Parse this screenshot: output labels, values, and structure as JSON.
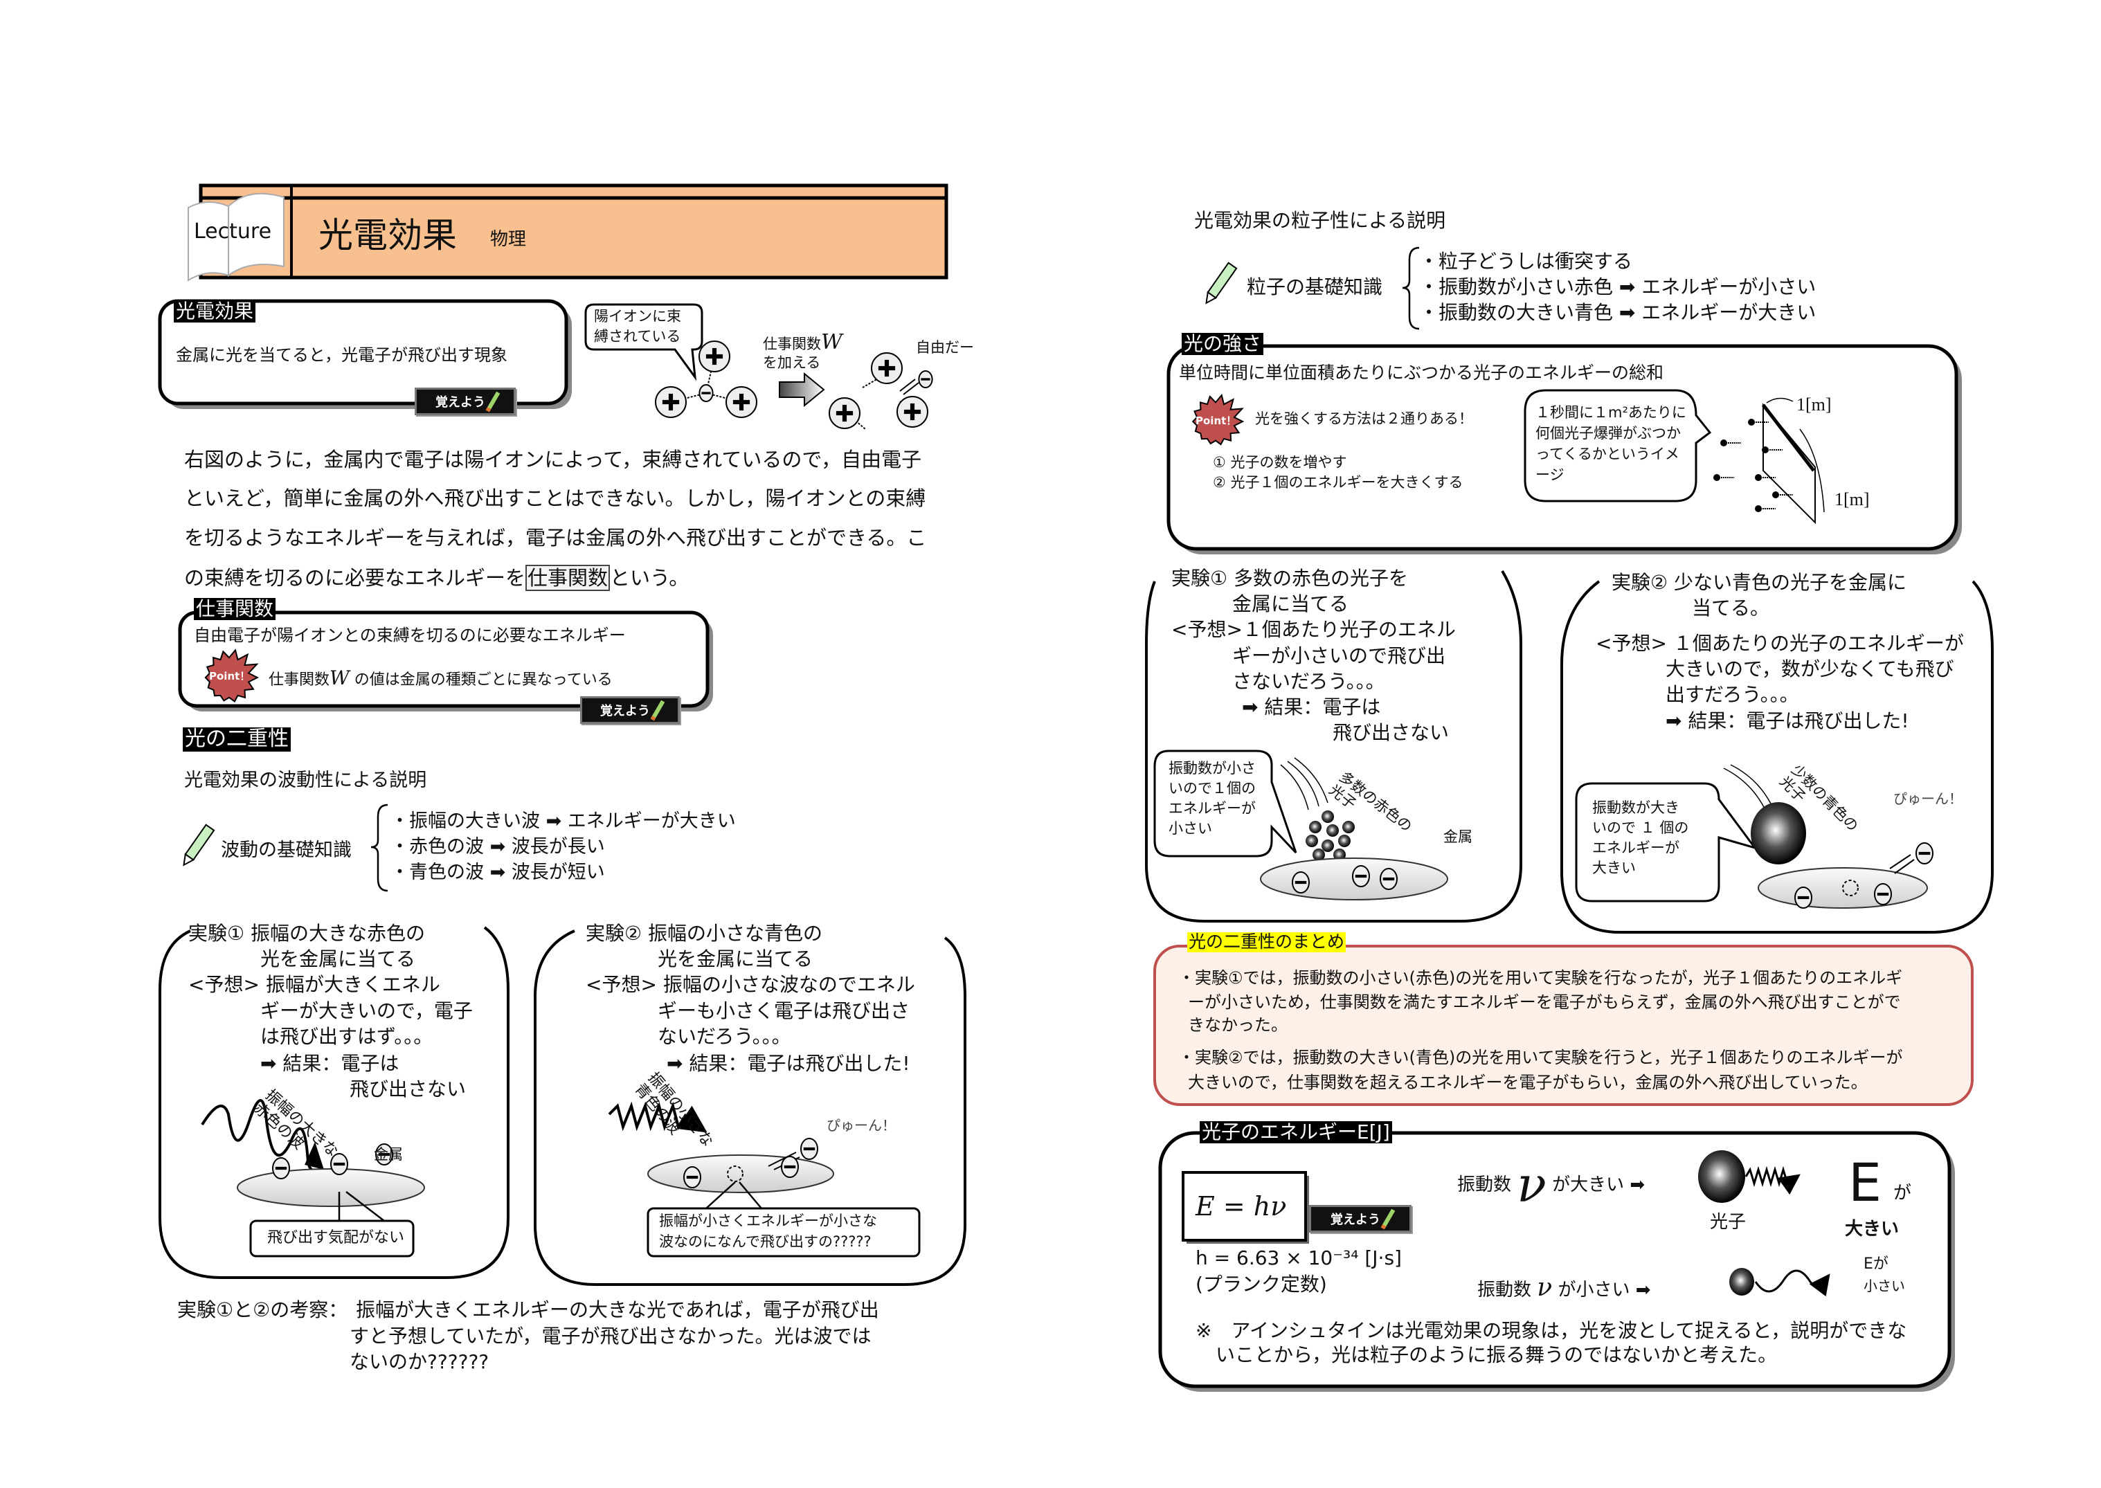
{
  "header": {
    "book_label": "Lecture",
    "title": "光電効果",
    "subject": "物理",
    "color": "#f9c08f"
  },
  "photoelectric": {
    "label": "光電効果",
    "definition": "金属に光を当てると，光電子が飛び出す現象",
    "memorize": "覚えよう",
    "diagram": {
      "bubble": [
        "陽イオンに束",
        "縛されている"
      ],
      "work_line1": "仕事関数",
      "work_symbol": "W",
      "work_line2": "を加える",
      "free": "自由だー"
    }
  },
  "paragraph": {
    "lines": [
      "右図のように，金属内で電子は陽イオンによって，束縛されているので，自由電子",
      "といえど，簡単に金属の外へ飛び出すことはできない。しかし，陽イオンとの束縛",
      "を切るようなエネルギーを与えれば，電子は金属の外へ飛び出すことができる。こ"
    ],
    "last_pre": "の束縛を切るのに必要なエネルギーを",
    "last_term": "仕事関数",
    "last_post": "という。"
  },
  "work_function": {
    "label": "仕事関数",
    "definition": "自由電子が陽イオンとの束縛を切るのに必要なエネルギー",
    "point": "Point！",
    "note_pre": "仕事関数",
    "note_symbol": "W",
    "note_post": " の値は金属の種類ごとに異なっている",
    "memorize": "覚えよう"
  },
  "duality": {
    "label": "光の二重性",
    "wave_heading": "光電効果の波動性による説明",
    "wave_basics_label": "波動の基礎知識",
    "wave_basics": [
      "・振幅の大きい波 ➡ エネルギーが大きい",
      "・赤色の波 ➡ 波長が長い",
      "・青色の波 ➡ 波長が短い"
    ]
  },
  "wave_experiments": [
    {
      "lines": [
        "実験① 振幅の大きな赤色の",
        "光を金属に当てる",
        "<予想> 振幅が大きくエネル",
        "ギーが大きいので，電子",
        "は飛び出すはず。。。",
        "➡ 結果：電子は",
        "飛び出さない"
      ],
      "wave_label": [
        "振幅の大きな",
        "赤色の波"
      ],
      "metal": "金属",
      "callout": "飛び出す気配がない"
    },
    {
      "lines": [
        "実験② 振幅の小さな青色の",
        "光を金属に当てる",
        "<予想> 振幅の小さな波なのでエネル",
        "ギーも小さく電子は飛び出さ",
        "ないだろう。。。",
        "➡ 結果：電子は飛び出した!"
      ],
      "wave_label": [
        "振幅の小さな",
        "青色の波"
      ],
      "sound": "ぴゅーん！",
      "callout": [
        "振幅が小さくエネルギーが小さな",
        "波なのになんで飛び出すの?????"
      ]
    }
  ],
  "conclusion": {
    "label": "実験①と②の考察：",
    "lines": [
      "振幅が大きくエネルギーの大きな光であれば，電子が飛び出",
      "すと予想していたが，電子が飛び出さなかった。光は波では",
      "ないのか??????"
    ]
  },
  "particle": {
    "heading": "光電効果の粒子性による説明",
    "basics_label": "粒子の基礎知識",
    "basics": [
      "・粒子どうしは衝突する",
      "・振動数が小さい赤色 ➡ エネルギーが小さい",
      "・振動数の大きい青色 ➡ エネルギーが大きい"
    ]
  },
  "intensity": {
    "label": "光の強さ",
    "definition": "単位時間に単位面積あたりにぶつかる光子のエネルギーの総和",
    "point": "Point！",
    "point_text": "光を強くする方法は２通りある！",
    "methods": [
      "① 光子の数を増やす",
      "② 光子１個のエネルギーを大きくする"
    ],
    "bubble": [
      "１秒間に１m²あたりに",
      "何個光子爆弾がぶつか",
      "ってくるかというイメ",
      "ージ"
    ],
    "dim1": "1[m]",
    "dim2": "1[m]"
  },
  "particle_experiments": [
    {
      "lines": [
        "実験① 多数の赤色の光子を",
        "金属に当てる",
        "<予想>１個あたり光子のエネル",
        "ギーが小さいので飛び出",
        "さないだろう。。。",
        "➡ 結果：電子は",
        "飛び出さない"
      ],
      "bubble": [
        "振動数が小さ",
        "いので１個の",
        "エネルギーが",
        "小さい"
      ],
      "photon_label": [
        "多数の赤色の",
        "光子"
      ],
      "metal": "金属"
    },
    {
      "lines": [
        "実験② 少ない青色の光子を金属に",
        "当てる。",
        "<予想> １個あたりの光子のエネルギーが",
        "大きいので，数が少なくても飛び",
        "出すだろう。。。",
        "➡ 結果：電子は飛び出した!"
      ],
      "bubble": [
        "振動数が大き",
        "いので １ 個の",
        "エネルギーが",
        "大きい"
      ],
      "photon_label": [
        "少数の青色の",
        "光子"
      ],
      "sound": "ぴゅーん！"
    }
  ],
  "summary": {
    "label": "光の二重性のまとめ",
    "bullets": [
      [
        "・実験①では，振動数の小さい(赤色)の光を用いて実験を行なったが，光子１個あたりのエネルギ",
        "ーが小さいため，仕事関数を満たすエネルギーを電子がもらえず，金属の外へ飛び出すことがで",
        "きなかった。"
      ],
      [
        "・実験②では，振動数の大きい(青色)の光を用いて実験を行うと，光子１個あたりのエネルギーが",
        "大きいので，仕事関数を超えるエネルギーを電子がもらい，金属の外へ飛び出していった。"
      ]
    ],
    "border_color": "#c0504d",
    "fill_color": "#fdf0e8",
    "label_color": "#ffff00"
  },
  "photon_energy": {
    "label": "光子のエネルギーE[J]",
    "formula": "E = hν",
    "memorize": "覚えよう",
    "planck": "h = 6.63 × 10⁻³⁴ [J·s]",
    "planck_name": "(プランク定数)",
    "high_pre": "振動数",
    "nu": "ν",
    "high_post": "が大きい ➡",
    "photon": "光子",
    "E": "E",
    "ga": "が",
    "big": "大きい",
    "low_pre": "振動数",
    "low_post": "が小さい ➡",
    "E_ga": "Eが",
    "small": "小さい",
    "note": [
      "※　アインシュタインは光電効果の現象は，光を波として捉えると，説明ができな",
      "いことから，光は粒子のように振る舞うのではないかと考えた。"
    ]
  }
}
